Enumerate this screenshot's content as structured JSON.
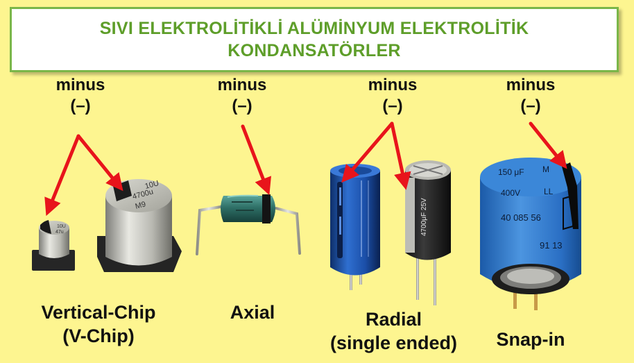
{
  "title": {
    "line1": "SIVI ELEKTROLİTİKLİ ALÜMİNYUM ELEKTROLİTİK",
    "line2": "KONDANSATÖRLER"
  },
  "groups": [
    {
      "minus_word": "minus",
      "minus_sign": "(–)",
      "name_line1": "Vertical-Chip",
      "name_line2": "(V-Chip)"
    },
    {
      "minus_word": "minus",
      "minus_sign": "(–)",
      "name_line1": "Axial",
      "name_line2": ""
    },
    {
      "minus_word": "minus",
      "minus_sign": "(–)",
      "name_line1": "Radial",
      "name_line2": "(single ended)"
    },
    {
      "minus_word": "minus",
      "minus_sign": "(–)",
      "name_line1": "Snap-in",
      "name_line2": ""
    }
  ],
  "component_markings": {
    "vchip_large": [
      "10U",
      "4700u",
      "M9"
    ],
    "vchip_small": [
      "10U",
      "47u"
    ],
    "radial_black": "4700μF 25V",
    "snapin": [
      "150 μF",
      "M",
      "400V",
      "LL",
      "40 085 56",
      "91 13"
    ]
  },
  "colors": {
    "background": "#fdf590",
    "title_text": "#5e9e2a",
    "title_border": "#7ab648",
    "arrow": "#e8141b"
  }
}
